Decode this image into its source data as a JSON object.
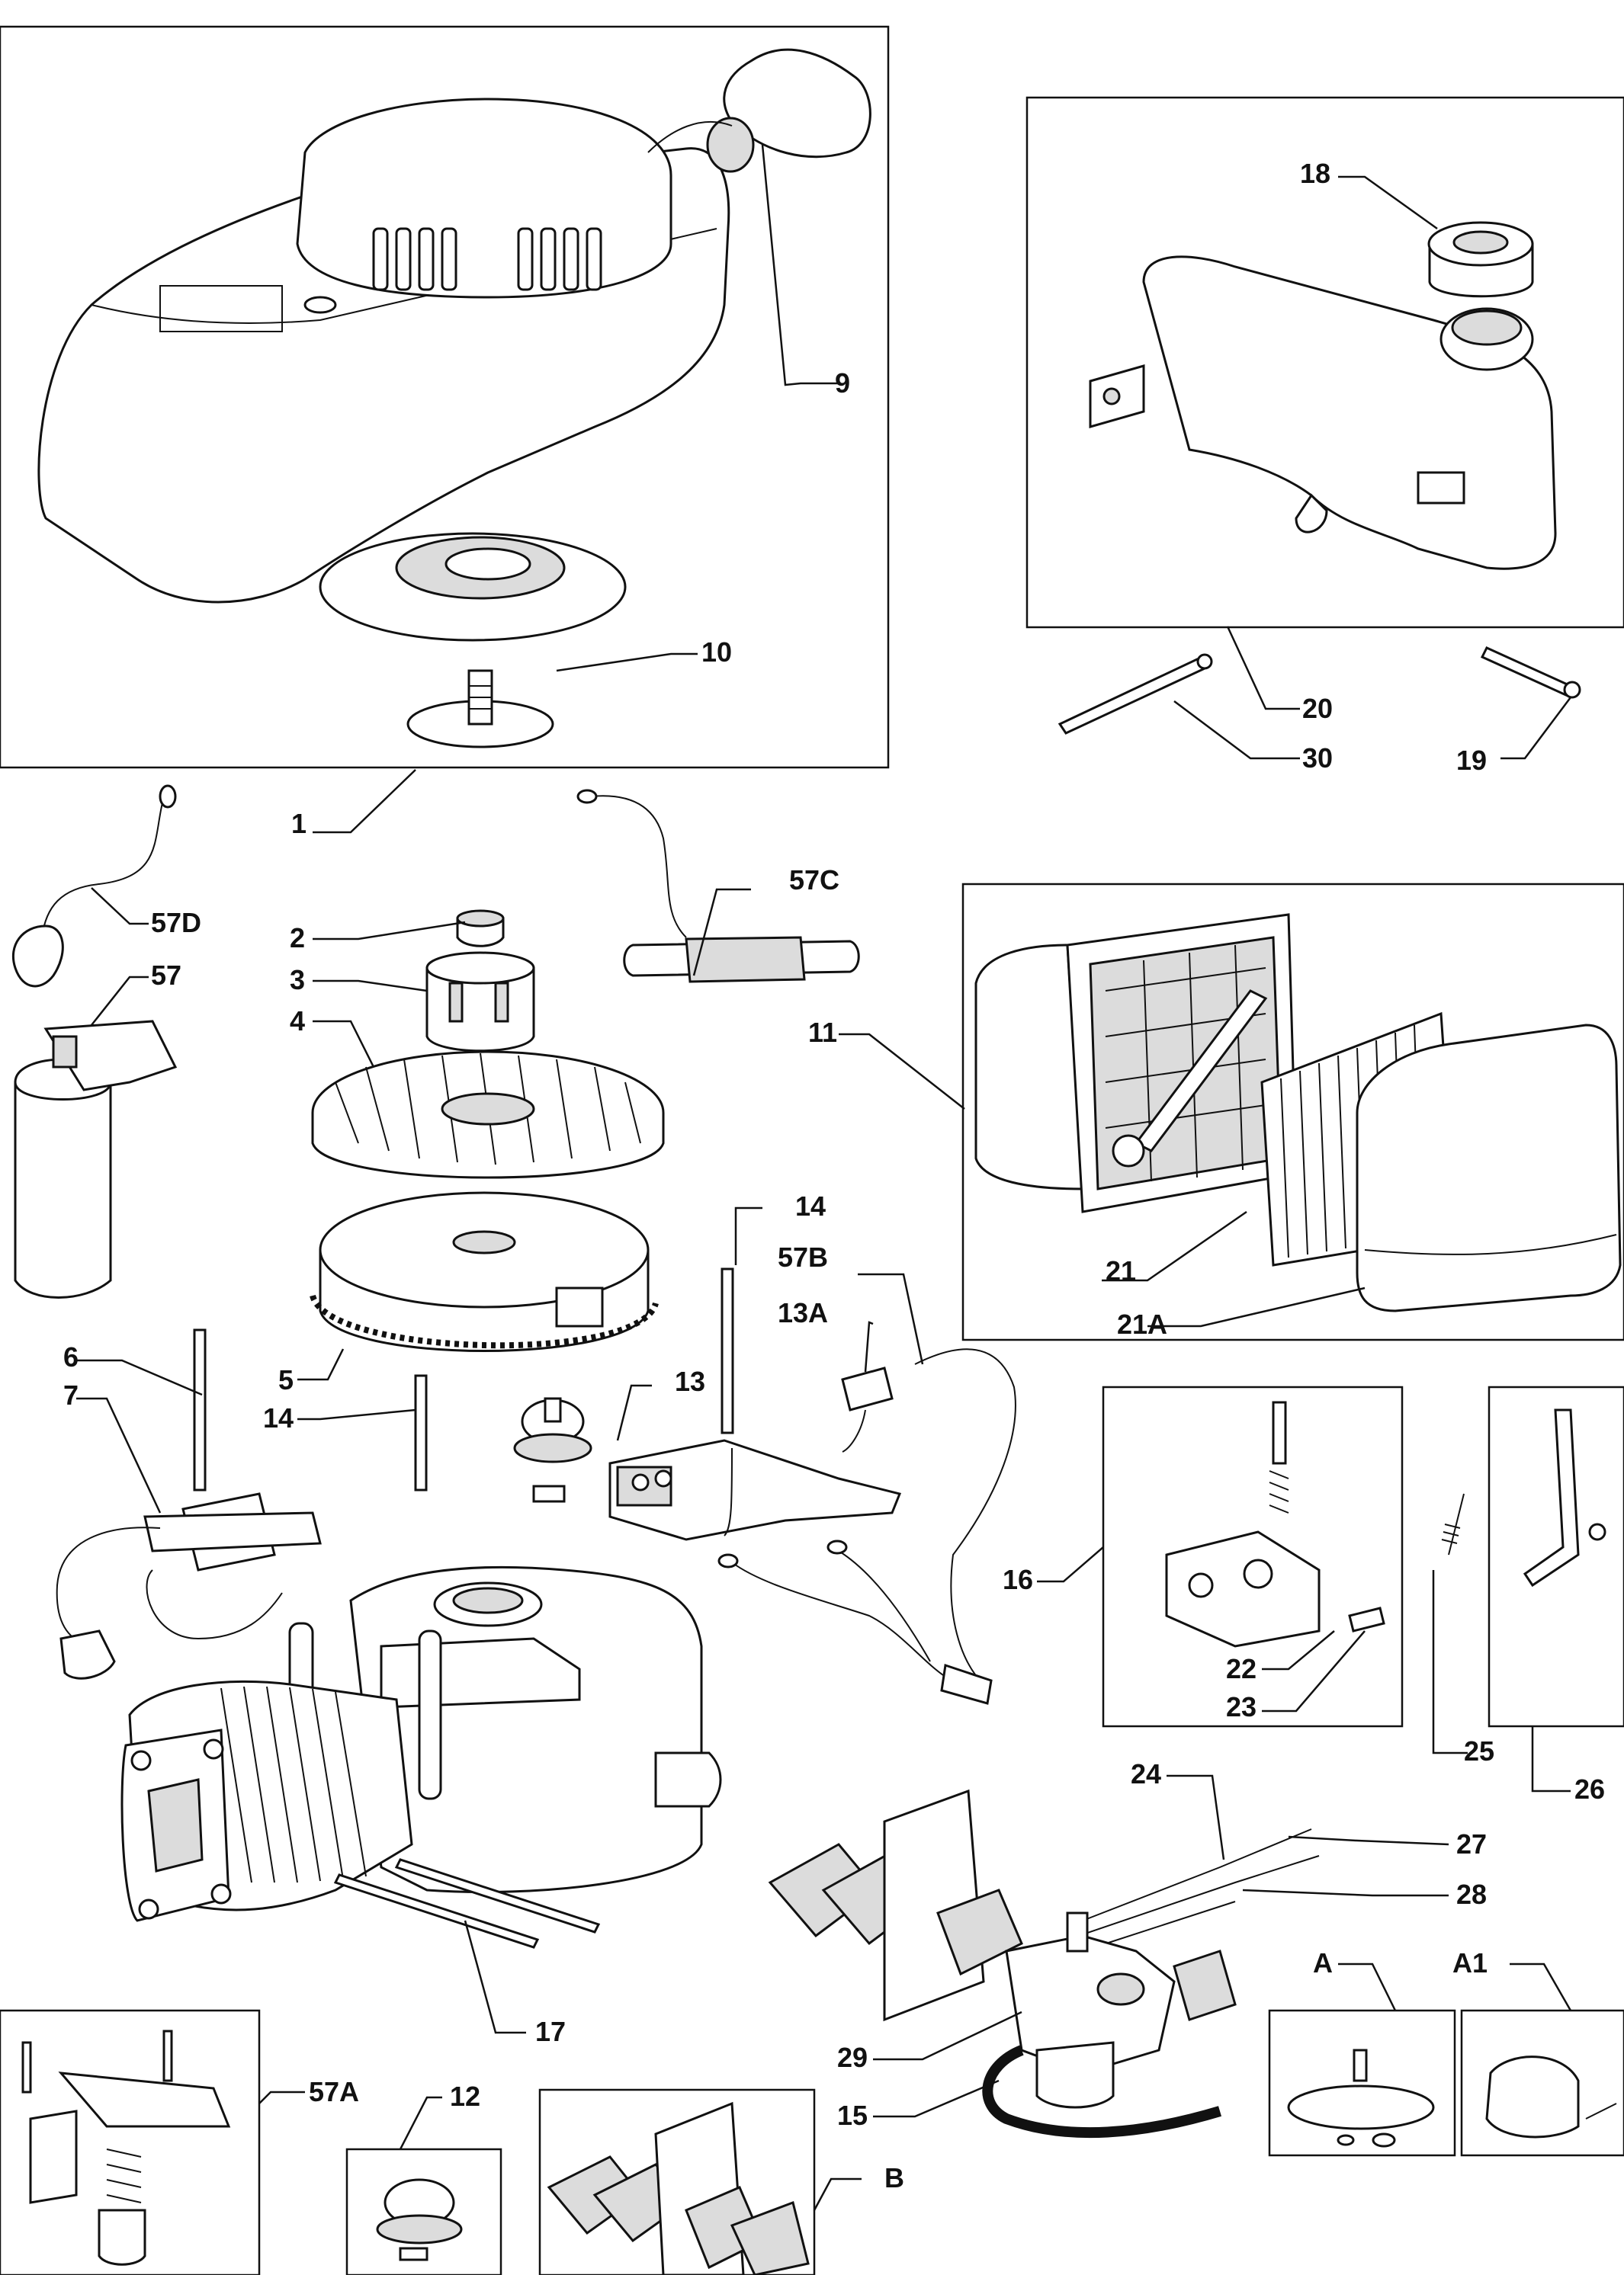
{
  "callouts": [
    {
      "id": "c-9",
      "text": "9"
    },
    {
      "id": "c-10",
      "text": "10"
    },
    {
      "id": "c-18",
      "text": "18"
    },
    {
      "id": "c-20",
      "text": "20"
    },
    {
      "id": "c-30",
      "text": "30"
    },
    {
      "id": "c-19",
      "text": "19"
    },
    {
      "id": "c-1",
      "text": "1"
    },
    {
      "id": "c-57D",
      "text": "57D"
    },
    {
      "id": "c-57",
      "text": "57"
    },
    {
      "id": "c-2",
      "text": "2"
    },
    {
      "id": "c-3",
      "text": "3"
    },
    {
      "id": "c-4",
      "text": "4"
    },
    {
      "id": "c-57C",
      "text": "57C"
    },
    {
      "id": "c-11",
      "text": "11"
    },
    {
      "id": "c-14a",
      "text": "14"
    },
    {
      "id": "c-57B",
      "text": "57B"
    },
    {
      "id": "c-13A",
      "text": "13A"
    },
    {
      "id": "c-13",
      "text": "13"
    },
    {
      "id": "c-21",
      "text": "21"
    },
    {
      "id": "c-21A",
      "text": "21A"
    },
    {
      "id": "c-6",
      "text": "6"
    },
    {
      "id": "c-7",
      "text": "7"
    },
    {
      "id": "c-5",
      "text": "5"
    },
    {
      "id": "c-14b",
      "text": "14"
    },
    {
      "id": "c-16",
      "text": "16"
    },
    {
      "id": "c-22",
      "text": "22"
    },
    {
      "id": "c-23",
      "text": "23"
    },
    {
      "id": "c-25",
      "text": "25"
    },
    {
      "id": "c-26",
      "text": "26"
    },
    {
      "id": "c-24",
      "text": "24"
    },
    {
      "id": "c-27",
      "text": "27"
    },
    {
      "id": "c-28",
      "text": "28"
    },
    {
      "id": "c-17",
      "text": "17"
    },
    {
      "id": "c-A",
      "text": "A"
    },
    {
      "id": "c-A1",
      "text": "A1"
    },
    {
      "id": "c-29",
      "text": "29"
    },
    {
      "id": "c-15",
      "text": "15"
    },
    {
      "id": "c-57A",
      "text": "57A"
    },
    {
      "id": "c-12",
      "text": "12"
    },
    {
      "id": "c-B",
      "text": "B"
    }
  ]
}
